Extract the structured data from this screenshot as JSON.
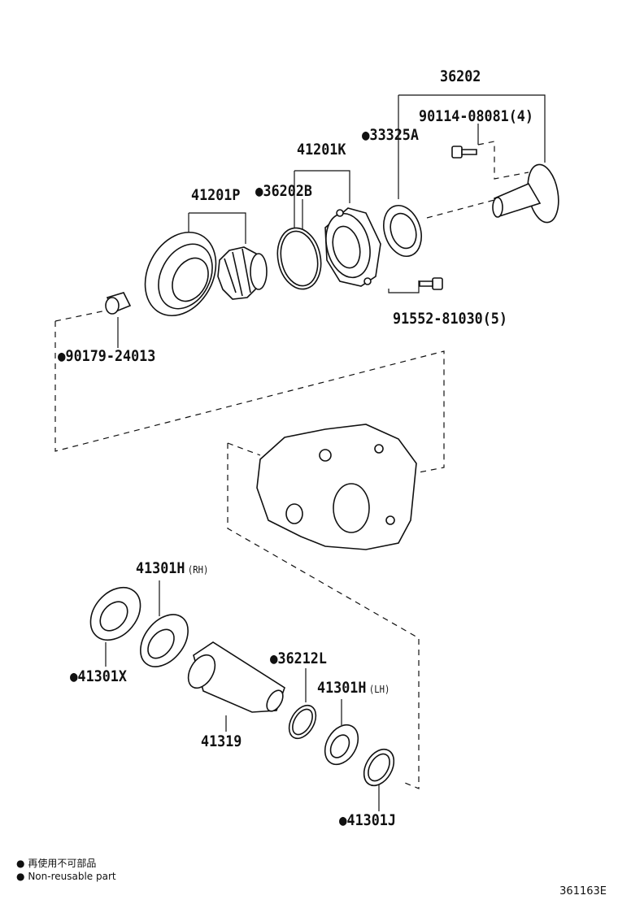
{
  "labels": {
    "p36202": "36202",
    "p90114": "90114-08081(4)",
    "p33325a": "33325A",
    "p41201k": "41201K",
    "p36202b": "36202B",
    "p41201p": "41201P",
    "p91552": "91552-81030(5)",
    "p90179": "90179-24013",
    "p41301h_rh": "41301H",
    "p41301h_rh_side": "(RH)",
    "p41301x": "41301X",
    "p36212l": "36212L",
    "p41301h_lh": "41301H",
    "p41301h_lh_side": "(LH)",
    "p41319": "41319",
    "p41301j": "41301J"
  },
  "bullet": "●",
  "legend": {
    "line1": "再使用不可部品",
    "line2": "Non-reusable part"
  },
  "reference": "361163E"
}
